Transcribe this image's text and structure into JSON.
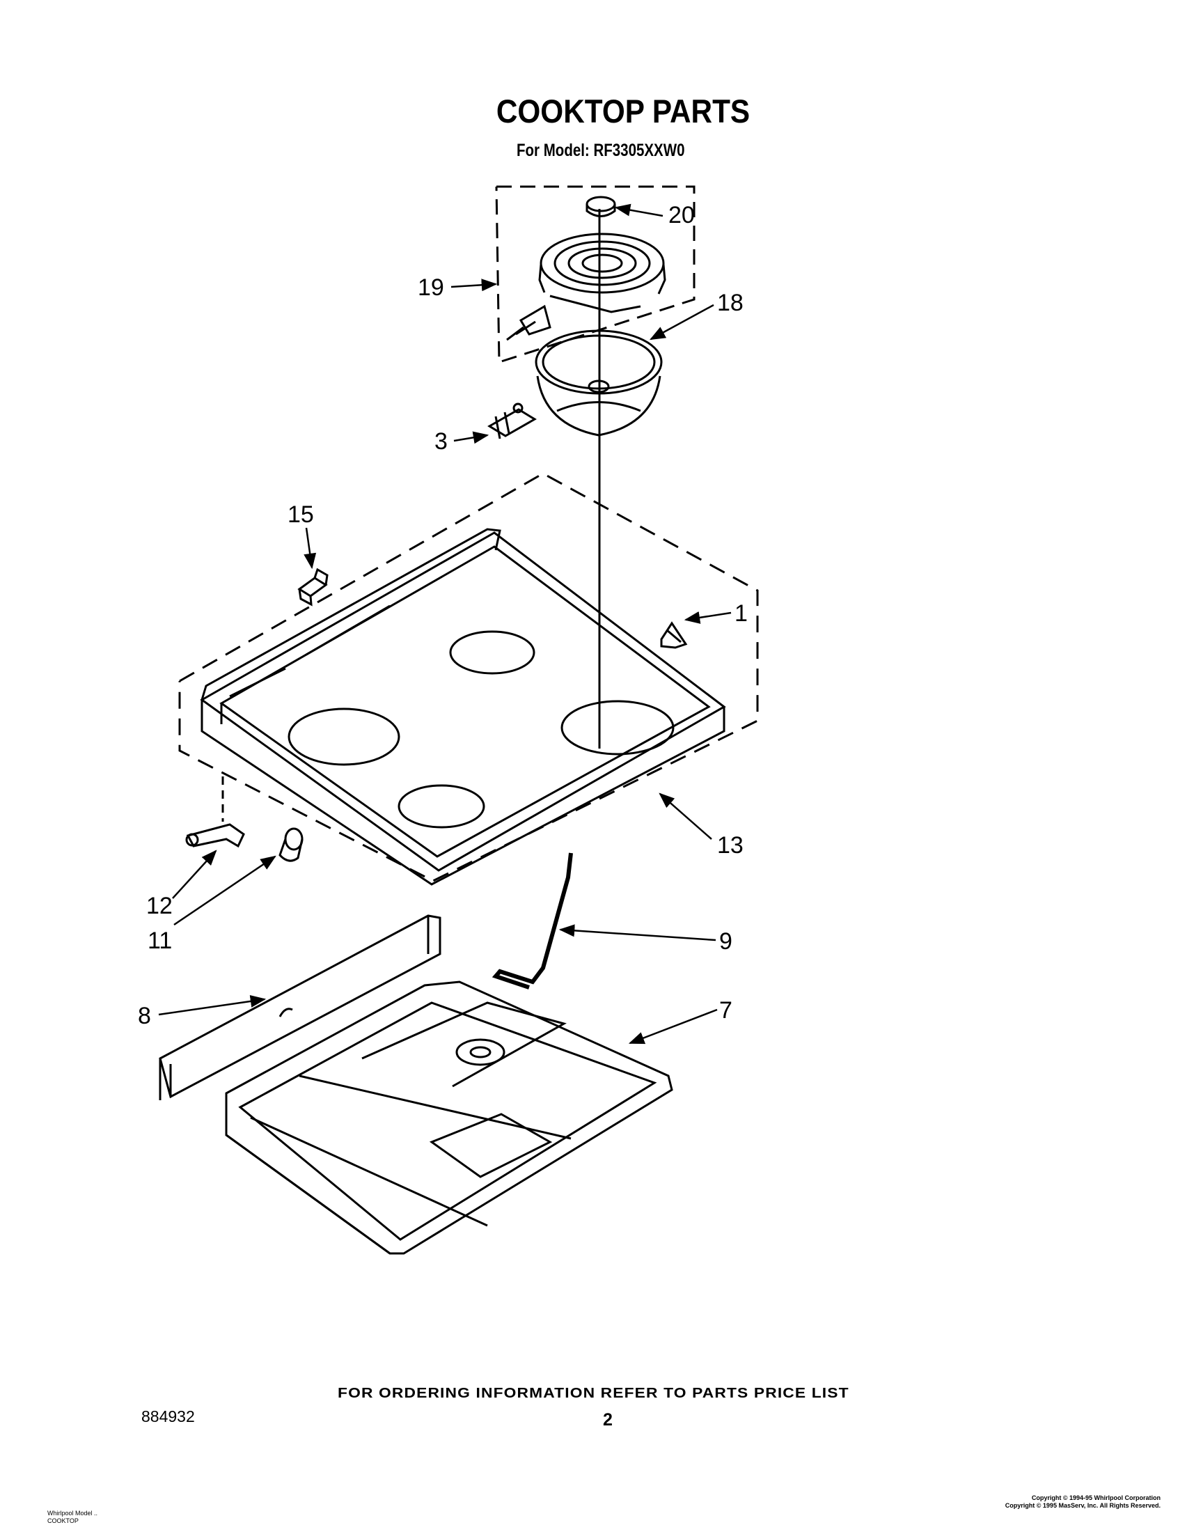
{
  "header": {
    "title": "COOKTOP PARTS",
    "subtitle": "For Model: RF3305XXW0"
  },
  "callouts": [
    "20",
    "19",
    "18",
    "3",
    "15",
    "1",
    "13",
    "12",
    "11",
    "9",
    "8",
    "7"
  ],
  "footer": {
    "ordering_note": "FOR ORDERING INFORMATION REFER TO PARTS PRICE LIST",
    "document_number": "884932",
    "page_number": "2",
    "model_line1": "Whirlpool Model ..",
    "model_line2": "COOKTOP",
    "copyright_line1": "Copyright © 1994-95 Whirlpool Corporation",
    "copyright_line2": "Copyright © 1995 MasServ, Inc.  All Rights Reserved."
  }
}
